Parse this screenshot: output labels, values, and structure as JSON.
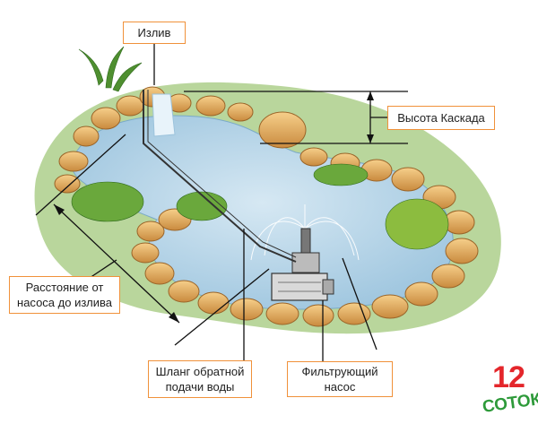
{
  "labels": {
    "spout": "Излив",
    "cascade_height": "Высота Каскада",
    "pump_distance": "Расстояние от\nнасоса до излива",
    "return_hose": "Шланг обратной\nподачи воды",
    "filter_pump": "Фильтрующий\nнасос"
  },
  "logo": {
    "number": "12",
    "word": "СОТОК"
  },
  "colors": {
    "label_border": "#f0913a",
    "water": "#bcd8ea",
    "stone": "#e3a55a",
    "grass": "#6fa640",
    "logo_red": "#e4262b",
    "logo_green": "#2e9a3a"
  }
}
